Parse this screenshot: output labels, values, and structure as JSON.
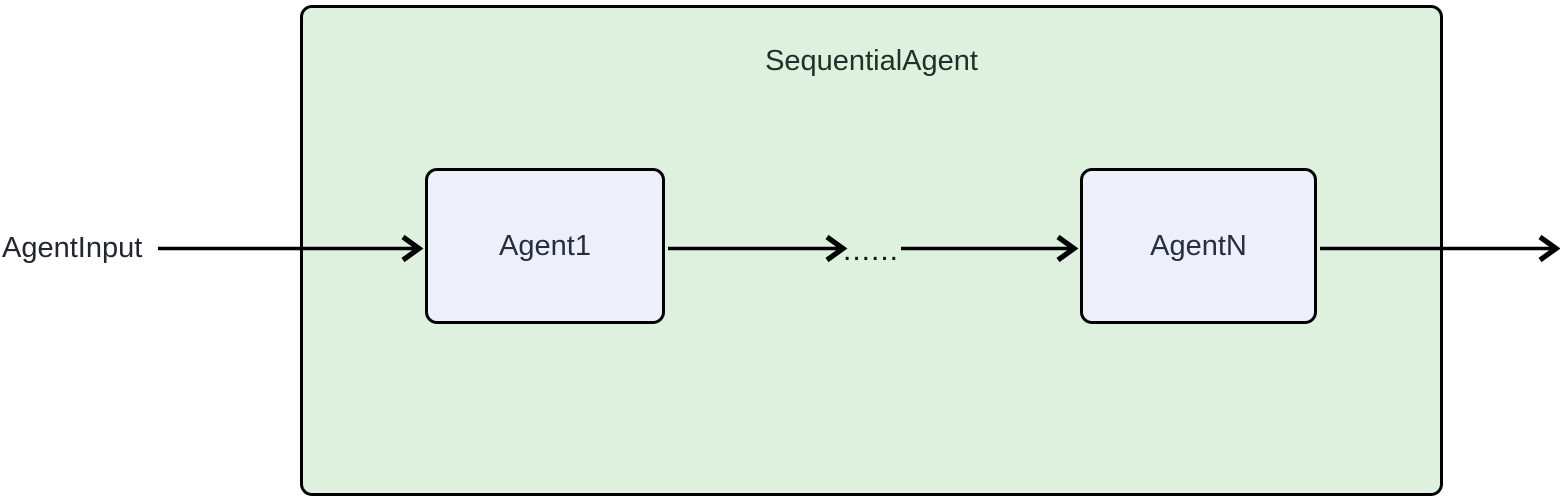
{
  "diagram": {
    "type": "flowchart-left-to-right",
    "container": {
      "title": "SequentialAgent",
      "fill": "#def1de",
      "border_color": "#000000"
    },
    "nodes": [
      {
        "id": "agent1",
        "label": "Agent1",
        "fill": "#edf0fa",
        "border_color": "#000000"
      },
      {
        "id": "agentn",
        "label": "AgentN",
        "fill": "#edf0fa",
        "border_color": "#000000"
      }
    ],
    "input_label": "AgentInput",
    "ellipsis_label": "......",
    "edges": [
      {
        "from": "AgentInput",
        "to": "Agent1"
      },
      {
        "from": "Agent1",
        "to": "......"
      },
      {
        "from": "......",
        "to": "AgentN"
      },
      {
        "from": "AgentN",
        "to": "output (unlabeled)"
      }
    ],
    "colors": {
      "arrow": "#000000",
      "title_text": "#213029",
      "node_text": "#262e40",
      "input_text": "#23272e",
      "background": "#ffffff"
    }
  }
}
